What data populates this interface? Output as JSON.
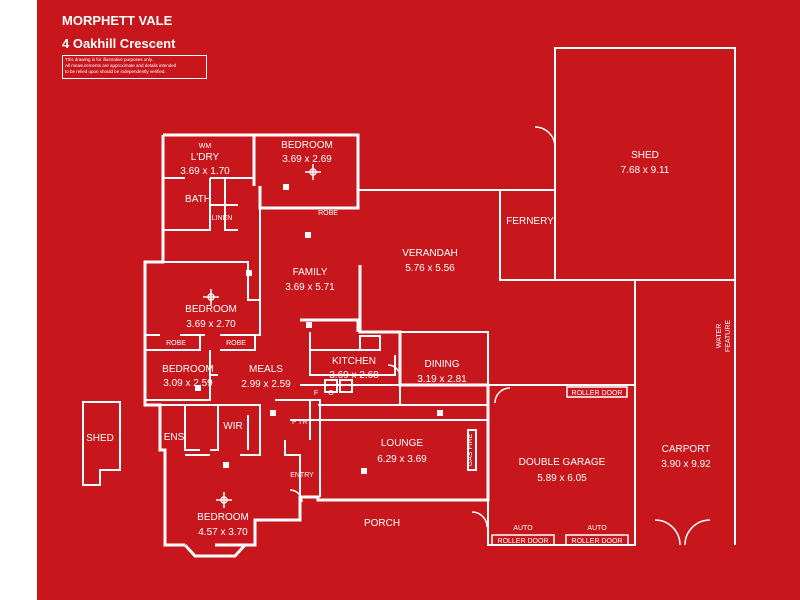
{
  "header": {
    "suburb": "MORPHETT VALE",
    "address": "4 Oakhill Crescent",
    "disclaimer_line1": "This drawing is for illustrative purposes only.",
    "disclaimer_line2": "All measurements are approximate and details intended",
    "disclaimer_line3": "to be relied upon should be independently verified."
  },
  "rooms": {
    "laundry": {
      "name": "L'DRY",
      "size": "3.69 x 1.70"
    },
    "wm": "WM",
    "bedroom_top": {
      "name": "BEDROOM",
      "size": "3.69 x 2.69"
    },
    "robe_top": "ROBE",
    "bath": "BATH",
    "linen": "LINEN",
    "family": {
      "name": "FAMILY",
      "size": "3.69 x 5.71"
    },
    "verandah": {
      "name": "VERANDAH",
      "size": "5.76 x 5.56"
    },
    "fernery": "FERNERY",
    "shed_main": {
      "name": "SHED",
      "size": "7.68 x 9.11"
    },
    "bedroom_mid": {
      "name": "BEDROOM",
      "size": "3.69 x 2.70"
    },
    "robe_left": "ROBE",
    "robe_right": "ROBE",
    "bedroom_small": {
      "name": "BEDROOM",
      "size": "3.09 x 2.59"
    },
    "meals": {
      "name": "MEALS",
      "size": "2.99 x 2.59"
    },
    "kitchen": {
      "name": "KITCHEN",
      "size": "3.69 x 2.68"
    },
    "dining": {
      "name": "DINING",
      "size": "3.19 x 2.81"
    },
    "fridge": "F",
    "oven": "O",
    "pantry": "P'TRY",
    "ens": "ENS",
    "wir": "WIR",
    "shed_small": "SHED",
    "lounge": {
      "name": "LOUNGE",
      "size": "6.29 x 3.69"
    },
    "gas_fire": "GAS FIRE",
    "entry": "ENTRY",
    "master": {
      "name": "BEDROOM",
      "size": "4.57 x 3.70"
    },
    "porch": "PORCH",
    "garage": {
      "name": "DOUBLE GARAGE",
      "size": "5.89 x 6.05"
    },
    "carport": {
      "name": "CARPORT",
      "size": "3.90 x 9.92"
    },
    "water_feature_1": "WATER",
    "water_feature_2": "FEATURE"
  },
  "doors": {
    "roller_top": "ROLLER DOOR",
    "roller_left": "ROLLER DOOR",
    "roller_right": "ROLLER DOOR",
    "auto_left": "AUTO",
    "auto_right": "AUTO"
  },
  "colors": {
    "background": "#c8161d",
    "lines": "#ffffff"
  }
}
